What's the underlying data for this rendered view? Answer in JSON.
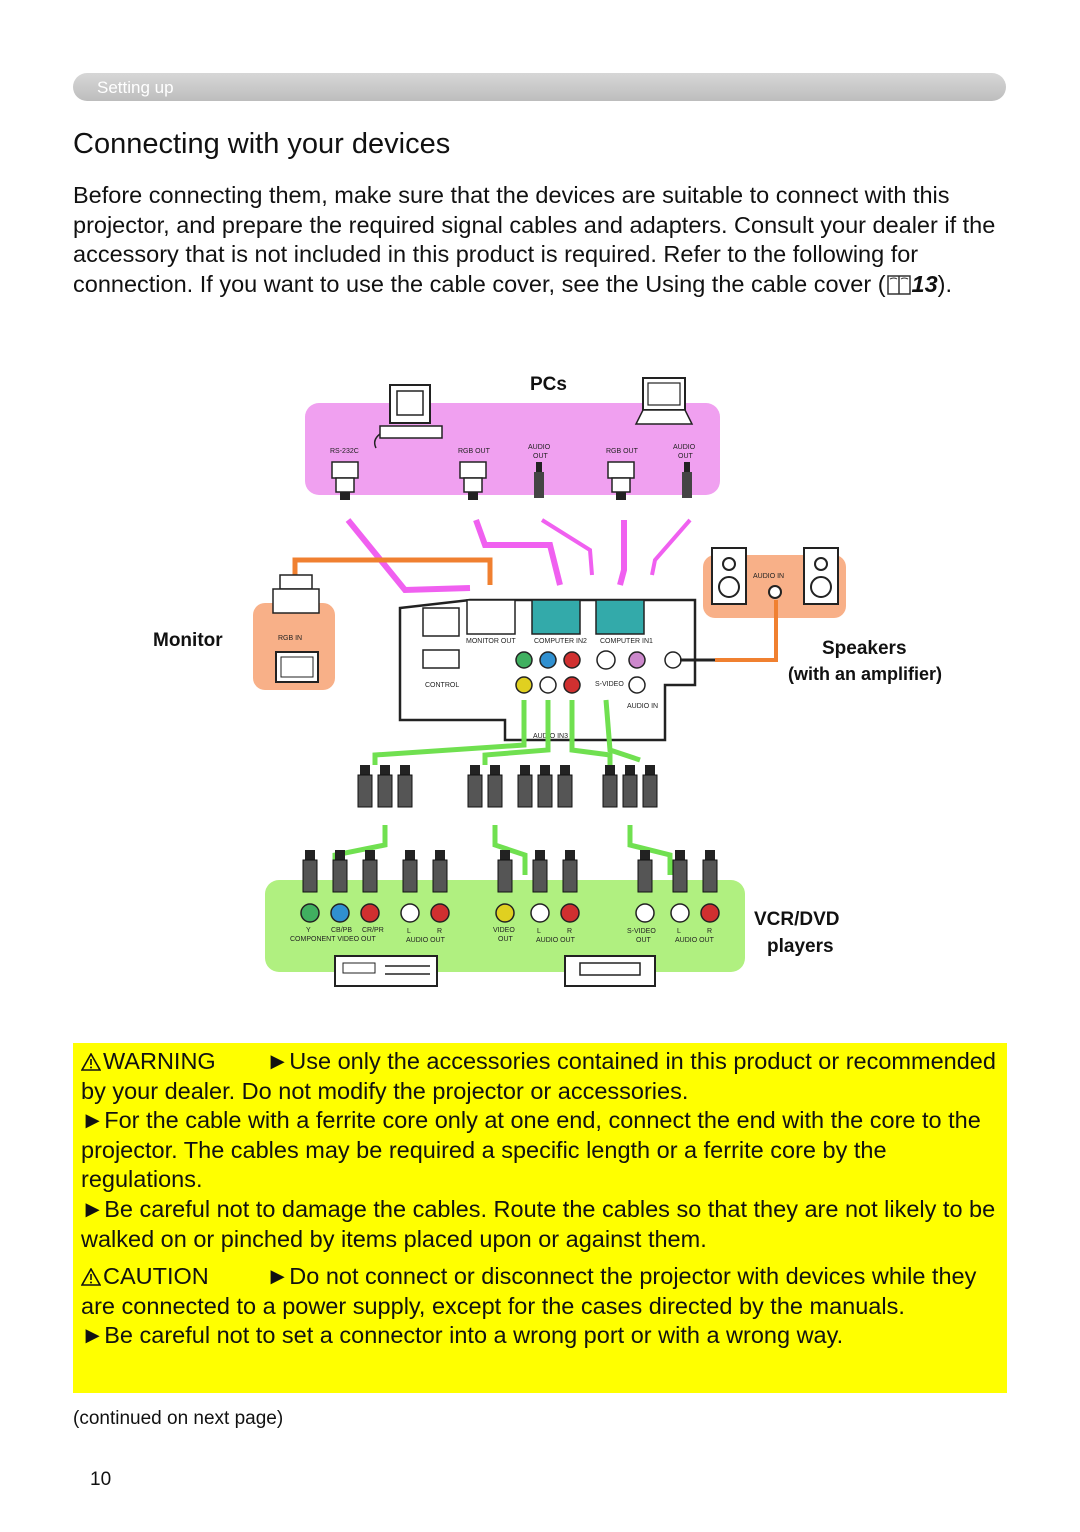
{
  "header": {
    "section": "Setting up"
  },
  "title": "Connecting with your devices",
  "intro": {
    "text": "Before connecting them, make sure that the devices are suitable to connect with this projector, and prepare the required signal cables and adapters. Consult your dealer if the accessory that is not included in this product is required. Refer to the following for connection. If you want to use the cable cover, see the Using the cable cover (",
    "ref_page": "13",
    "tail": ")."
  },
  "diagram": {
    "pcs_label": "PCs",
    "monitor_label": "Monitor",
    "speakers_label": "Speakers",
    "speakers_sub": "(with an amplifier)",
    "vcr_label": "VCR/DVD",
    "vcr_sub": "players",
    "ports": {
      "rs232c": "RS-232C",
      "rgb_out": "RGB OUT",
      "audio": "AUDIO",
      "out": "OUT",
      "audio_in": "AUDIO IN",
      "rgb_in": "RGB IN",
      "monitor_out": "MONITOR OUT",
      "computer_in2": "COMPUTER IN2",
      "computer_in1": "COMPUTER IN1",
      "control": "CONTROL",
      "s_video": "S-VIDEO",
      "audio_in3": "AUDIO IN3",
      "y": "Y",
      "cb": "CB/PB",
      "cr": "CR/PR",
      "l": "L",
      "r": "R",
      "video": "VIDEO",
      "audio_out": "AUDIO OUT",
      "component_video_out": "COMPONENT VIDEO OUT"
    },
    "colors": {
      "pc_zone": "#f0a0f0",
      "monitor_zone": "#f8b088",
      "speaker_zone": "#f8b088",
      "av_zone": "#b0f080",
      "vga_cable": "#f060f0",
      "monitor_cable": "#f08030",
      "av_cable": "#70e050",
      "port_green": "#40b060",
      "port_blue": "#3090d0",
      "port_red": "#d03030",
      "port_yellow": "#e0d020"
    }
  },
  "warning": {
    "warning_tag": "WARNING",
    "warning_text": "►Use only the accessories contained in this product or recommended by your dealer. Do not modify the projector or accessories.",
    "ferrite_text": "►For the cable with a ferrite core only at one end, connect the end with the core to the projector. The cables may be required a specific length or a ferrite core by the regulations.",
    "damage_text": "►Be careful not to damage the cables. Route the cables so that they are not likely to be walked on or pinched by items placed upon or against them.",
    "caution_tag": "CAUTION",
    "caution_text": "►Do not connect or disconnect the projector with devices while they are connected to a power supply, except for the cases directed by the manuals.",
    "wrong_port_text": "►Be careful not to set a connector into a wrong port or with a wrong way."
  },
  "footer": {
    "continued": "(continued on next page)",
    "page_number": "10"
  }
}
